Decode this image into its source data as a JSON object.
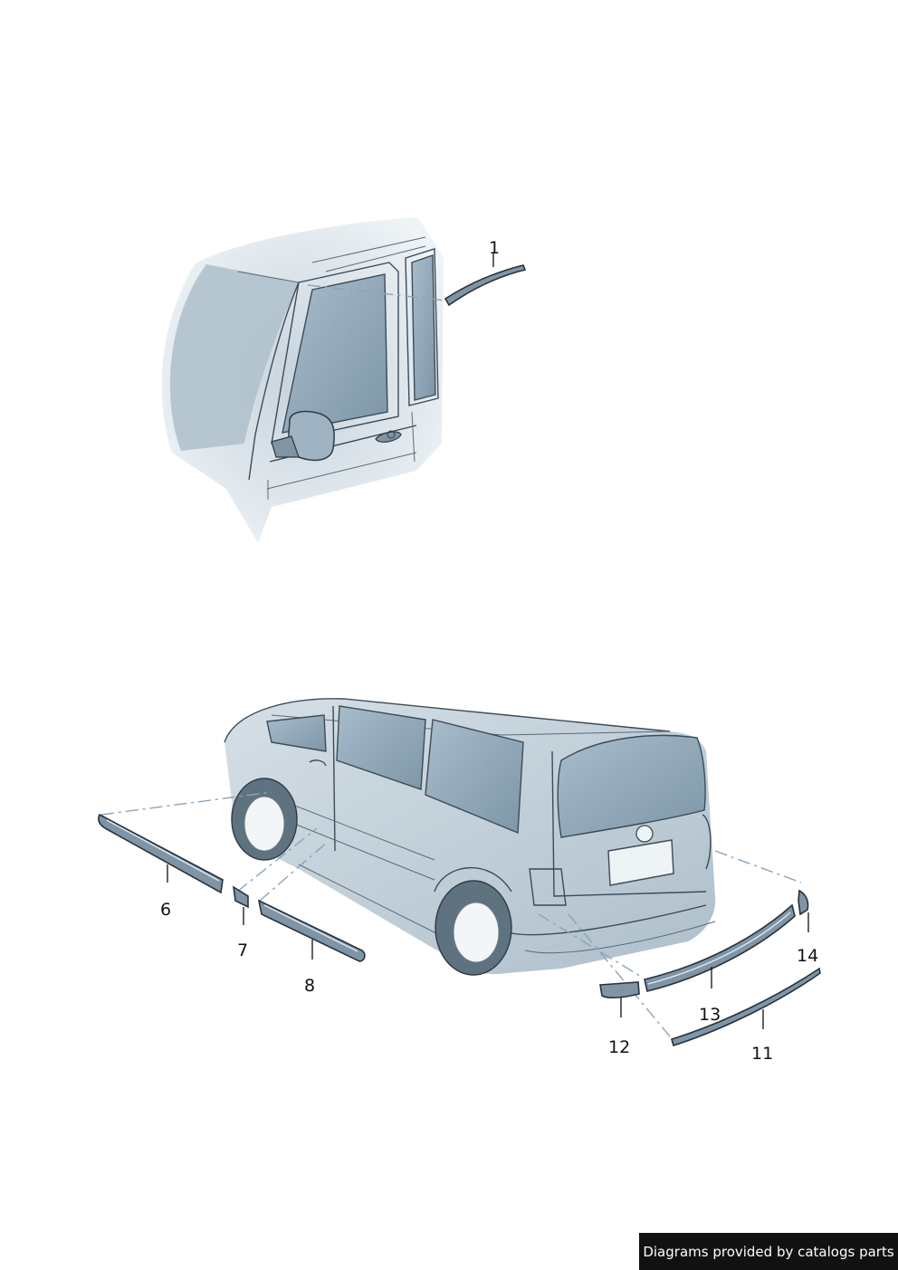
{
  "callouts": {
    "c1": "1",
    "c6": "6",
    "c7": "7",
    "c8": "8",
    "c11": "11",
    "c12": "12",
    "c13": "13",
    "c14": "14"
  },
  "credit": "Diagrams provided by catalogs parts",
  "colors": {
    "body": "#b9c7d2",
    "glass": "#8fa6b7",
    "strip": "#7f95a6",
    "outline": "#3c4b57"
  }
}
